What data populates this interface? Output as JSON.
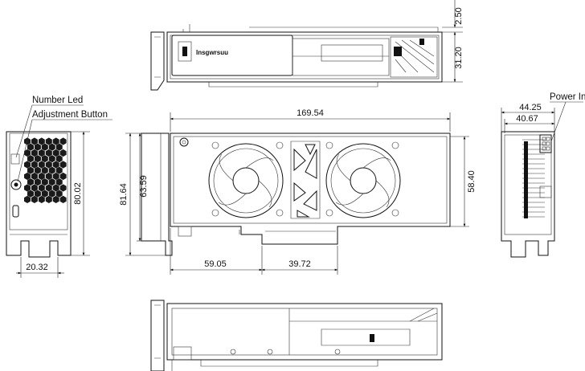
{
  "labels": {
    "number_led": "Number Led",
    "adjustment_button": "Adjustment Button",
    "power_in": "Power In",
    "logo_text": "Insgwrsuu"
  },
  "dimensions": {
    "top_height": "2.50",
    "top_depth": "31.20",
    "length": "169.54",
    "total_height": "81.64",
    "bracket_height": "63.59",
    "body_height": "58.40",
    "bottom_a": "59.05",
    "bottom_b": "39.72",
    "side_depth": "80.02",
    "side_width": "20.32",
    "right_outer": "44.25",
    "right_inner": "40.67"
  }
}
